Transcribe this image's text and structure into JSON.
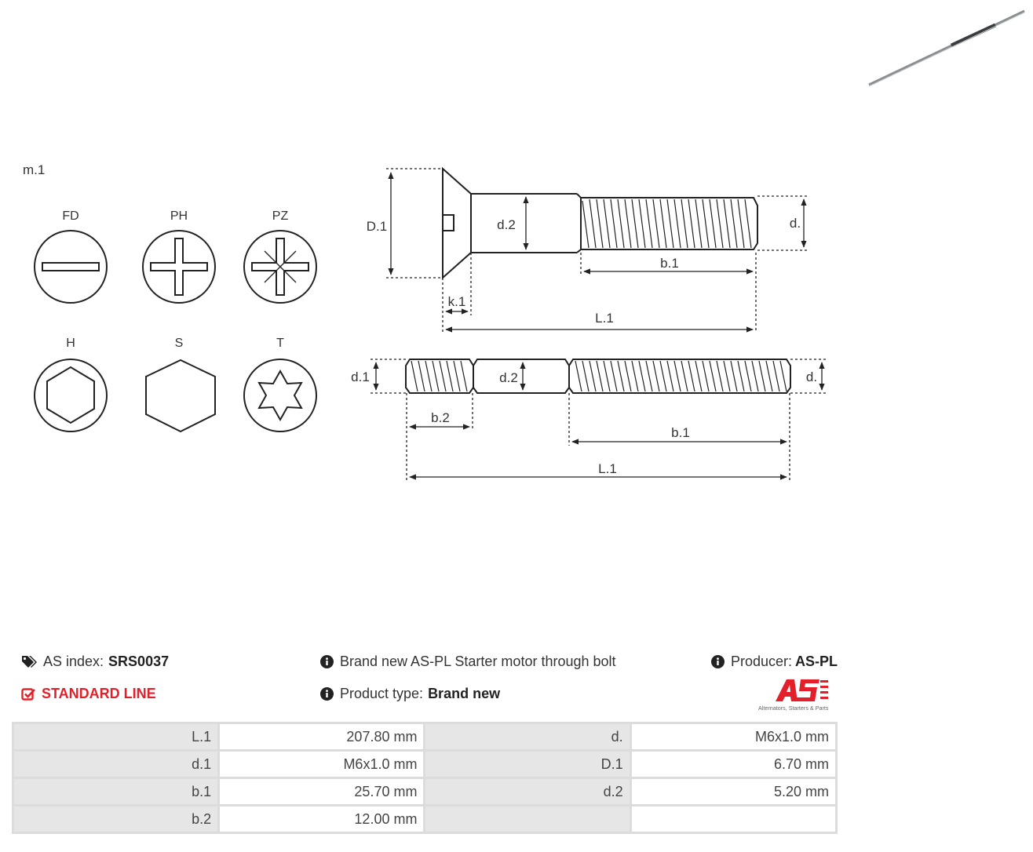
{
  "drawing": {
    "model_label": "m.1",
    "head_types": [
      "FD",
      "PH",
      "PZ",
      "H",
      "S",
      "T"
    ],
    "dims_top": {
      "D1": "D.1",
      "d2": "d.2",
      "d": "d.",
      "b1": "b.1",
      "k1": "k.1",
      "L1": "L.1"
    },
    "dims_bottom": {
      "d1": "d.1",
      "d2": "d.2",
      "d": "d.",
      "b2": "b.2",
      "b1": "b.1",
      "L1": "L.1"
    }
  },
  "info": {
    "index_label": "AS index:",
    "index_value": "SRS0037",
    "description": "Brand new AS-PL Starter motor through bolt",
    "producer_label": "Producer:",
    "producer_value": "AS-PL",
    "line": "STANDARD LINE",
    "type_label": "Product type:",
    "type_value": "Brand new",
    "logo_tagline": "Alternators, Starters & Parts",
    "brand_color": "#e3202a"
  },
  "specs": [
    {
      "k1": "L.1",
      "v1": "207.80 mm",
      "k2": "d.",
      "v2": "M6x1.0 mm"
    },
    {
      "k1": "d.1",
      "v1": "M6x1.0 mm",
      "k2": "D.1",
      "v2": "6.70 mm"
    },
    {
      "k1": "b.1",
      "v1": "25.70 mm",
      "k2": "d.2",
      "v2": "5.20 mm"
    },
    {
      "k1": "b.2",
      "v1": "12.00 mm",
      "k2": "",
      "v2": ""
    }
  ]
}
